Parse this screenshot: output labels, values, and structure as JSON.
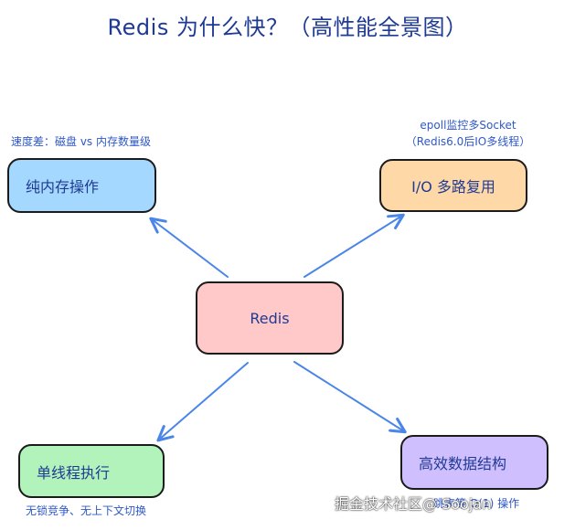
{
  "title": "Redis 为什么快？（高性能全景图）",
  "nodes": {
    "center": "Redis",
    "memory": "纯内存操作",
    "io": "I/O 多路复用",
    "single_thread": "单线程执行",
    "data_structures": "高效数据结构"
  },
  "notes": {
    "memory": "速度差：磁盘 vs 内存数量级",
    "io_line1": "epoll监控多Socket",
    "io_line2": "（Redis6.0后IO多线程）",
    "single_thread": "无锁竞争、无上下文切换",
    "data_structures": "跳表等 O(1) 操作"
  },
  "watermark": "掘金技术社区@ Soojan",
  "colors": {
    "center_fill": "#ffc9c9",
    "memory_fill": "#a5d8ff",
    "io_fill": "#ffd8a8",
    "single_thread_fill": "#b2f2bb",
    "data_structures_fill": "#d0bfff",
    "arrow": "#4a86e8",
    "text": "#1f3a93",
    "note_text": "#2f58c8"
  }
}
